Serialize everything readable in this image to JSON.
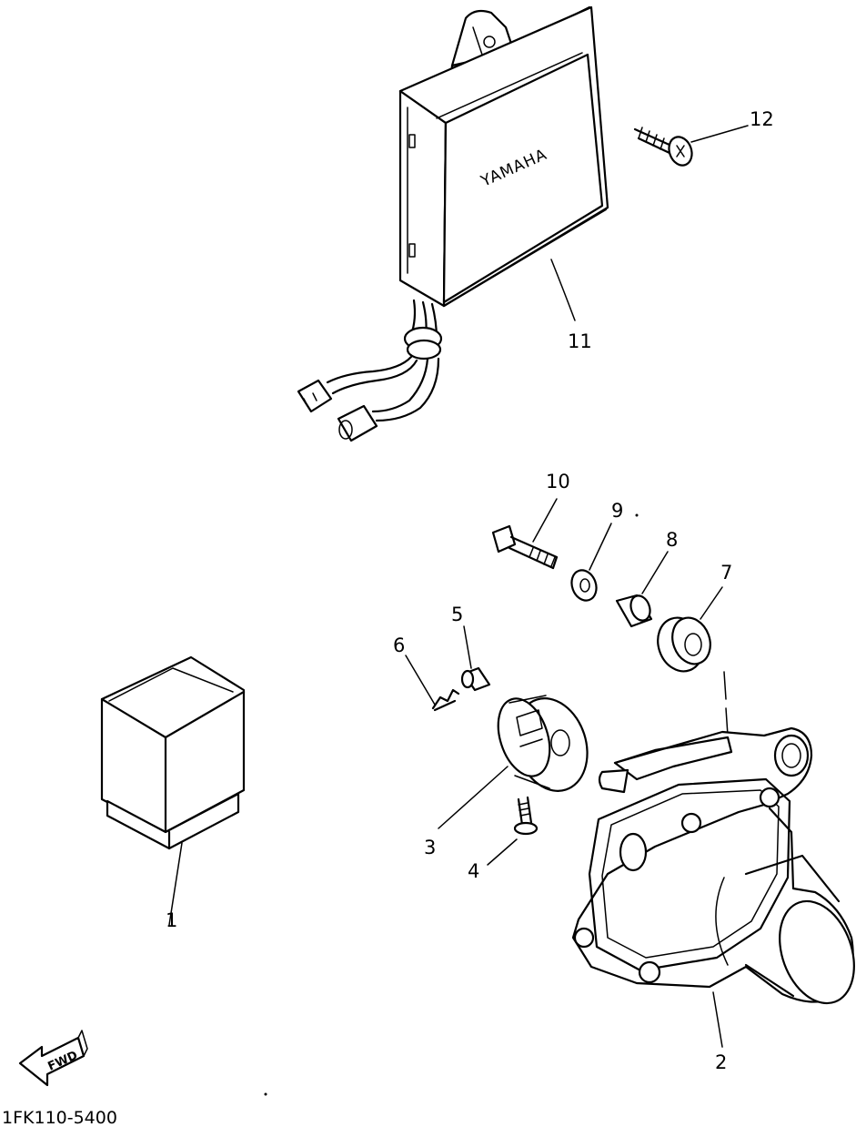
{
  "diagram": {
    "part_labels": {
      "p1": "1",
      "p2": "2",
      "p3": "3",
      "p4": "4",
      "p5": "5",
      "p6": "6",
      "p7": "7",
      "p8": "8",
      "p9": "9",
      "p10": "10",
      "p11": "11",
      "p12": "12"
    },
    "brand_text": "YAMAHA",
    "fwd_text": "FWD",
    "drawing_code": "1FK110-5400"
  }
}
